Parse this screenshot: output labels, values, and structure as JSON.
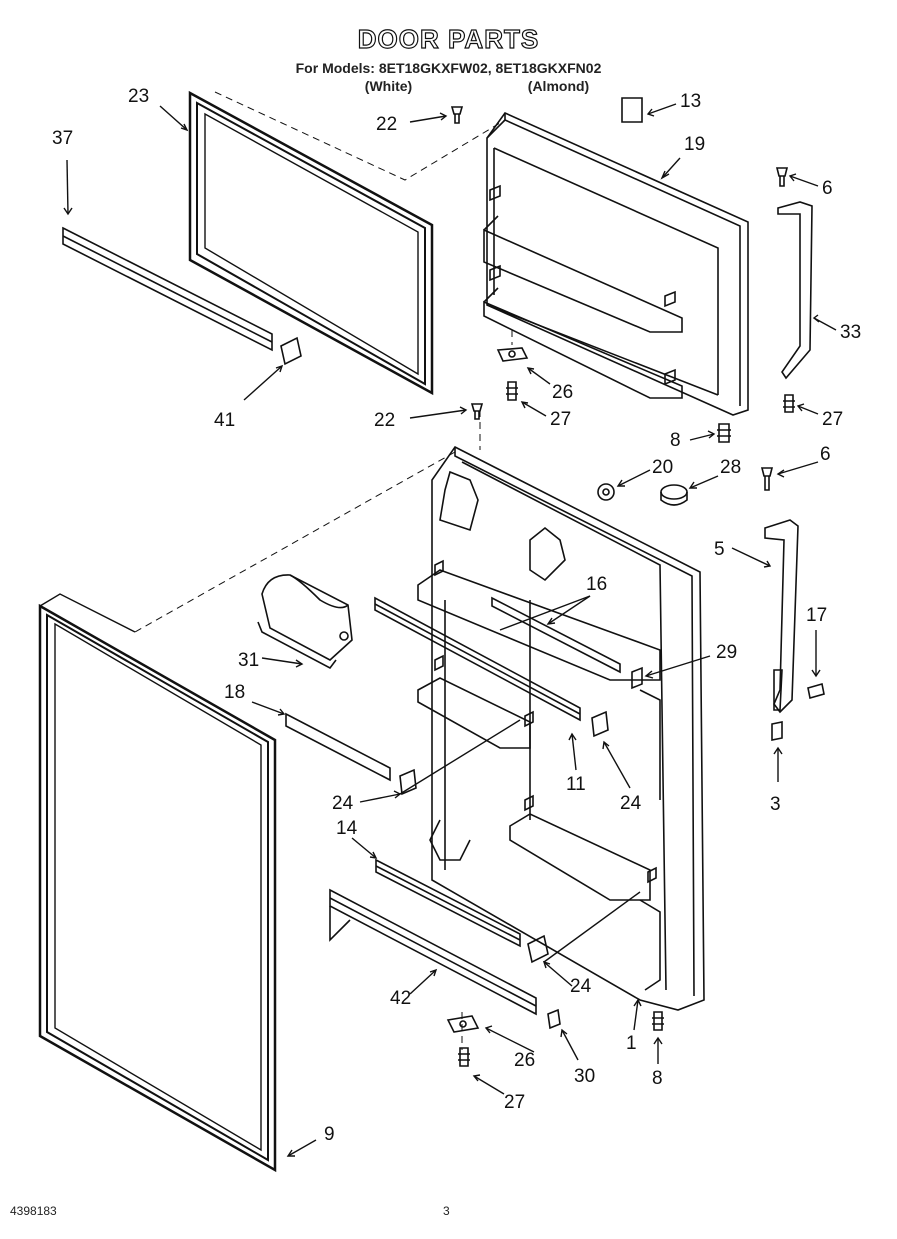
{
  "header": {
    "title": "DOOR PARTS",
    "models_line": "For Models: 8ET18GKXFW02, 8ET18GKXFN02",
    "color_white": "(White)",
    "color_almond": "(Almond)"
  },
  "callouts": [
    "23",
    "37",
    "22",
    "13",
    "19",
    "6",
    "33",
    "41",
    "22",
    "26",
    "27",
    "8",
    "27",
    "20",
    "28",
    "6",
    "5",
    "16",
    "29",
    "17",
    "31",
    "18",
    "11",
    "24",
    "24",
    "3",
    "14",
    "24",
    "42",
    "26",
    "30",
    "1",
    "8",
    "27",
    "9"
  ],
  "footer": {
    "doc_number": "4398183",
    "page_number": "3"
  }
}
